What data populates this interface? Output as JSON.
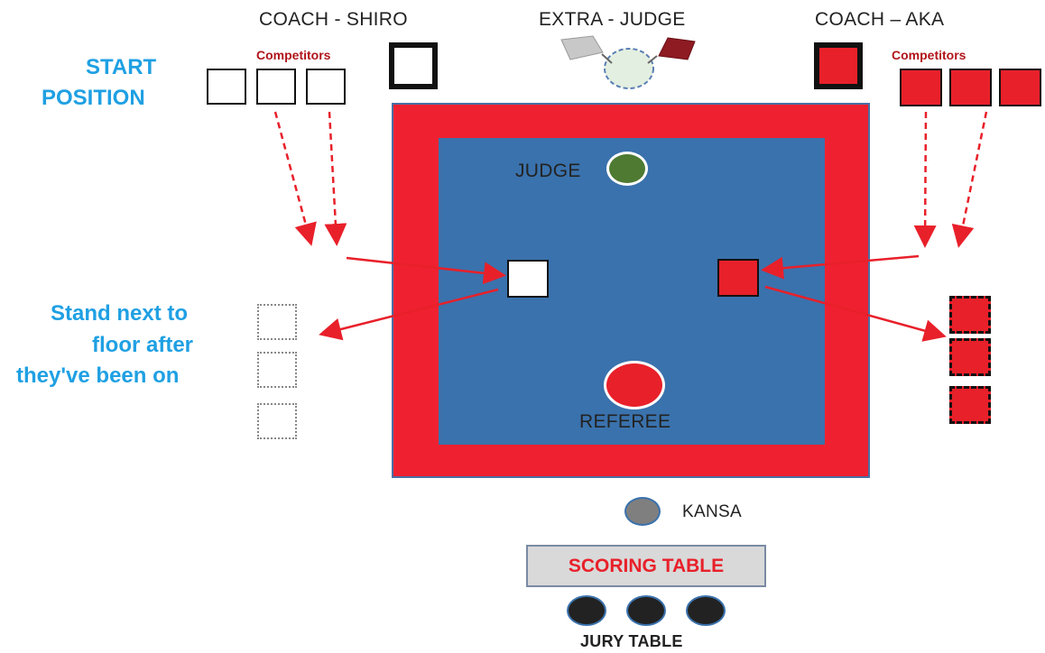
{
  "labels": {
    "coach_shiro": "COACH - SHIRO",
    "extra_judge": "EXTRA - JUDGE",
    "coach_aka": "COACH – AKA",
    "start_position_line1": "START",
    "start_position_line2": "POSITION",
    "competitors_left": "Competitors",
    "competitors_right": "Competitors",
    "judge": "JUDGE",
    "referee": "REFEREE",
    "kansa": "KANSA",
    "scoring_table": "SCORING TABLE",
    "jury_table": "JURY TABLE",
    "stand_line1": "Stand next to",
    "stand_line2": "floor after",
    "stand_line3": "they've been on"
  },
  "colors": {
    "aka_red": "#e8202a",
    "mat_border_red": "#ef2130",
    "mat_blue": "#3a72ad",
    "judge_green": "#4e7a32",
    "kansa_gray": "#7f7f7f",
    "jury_black": "#222222",
    "label_blue": "#1fa0e3",
    "arrow_red": "#e8202a",
    "flag_white": "#c8c8c8",
    "flag_red": "#8e1a22"
  },
  "icons": {
    "extra_judge_flags": "flag-pair-icon"
  }
}
